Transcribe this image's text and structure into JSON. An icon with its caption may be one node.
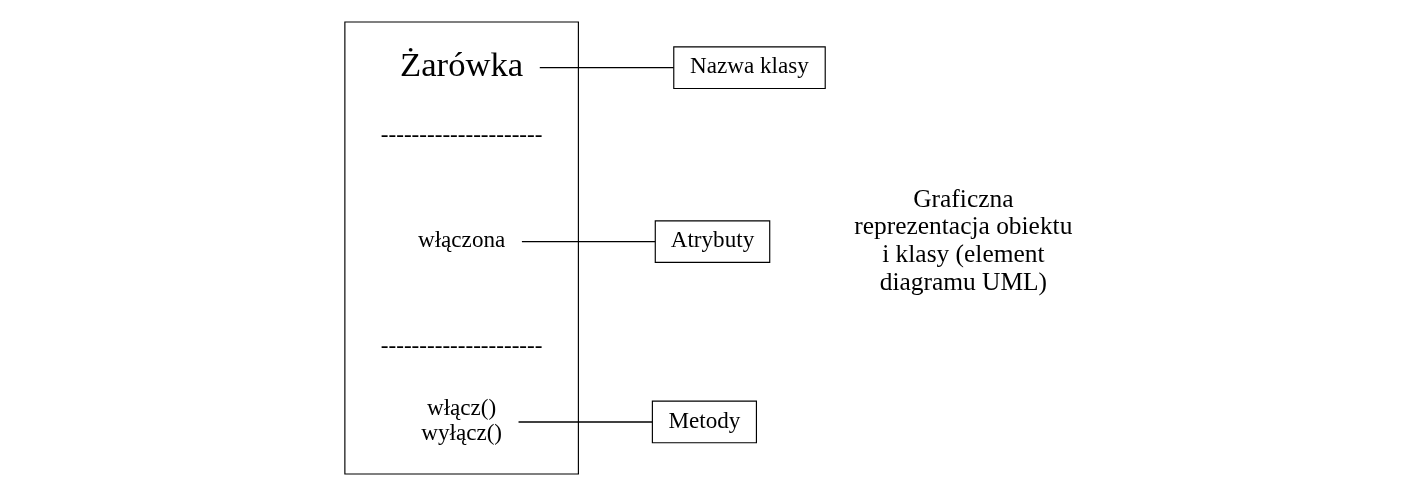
{
  "diagram": {
    "nodes": [
      {
        "text": [],
        "shape": "box"
      },
      {
        "text": [
          "Żarówka"
        ],
        "in": 0
      },
      {
        "text": [
          "włączona"
        ],
        "in": 0
      },
      {
        "text": [
          "włącz() wyłącz()"
        ],
        "in": 0
      },
      {
        "text": [
          "Nazwa klasy"
        ]
      },
      {
        "text": [
          "Atrybuty"
        ]
      },
      {
        "text": [
          "Metody"
        ]
      }
    ],
    "edges": [
      {
        "from": 4,
        "to": 1,
        "arrow": "none"
      },
      {
        "from": 5,
        "to": 2,
        "arrow": "none"
      },
      {
        "from": 6,
        "to": 3,
        "arrow": "none"
      }
    ],
    "labels": [
      "Graficzna reprezentacja obiektu i klasy (element diagramu UML)",
      "---------------------",
      "---------------------"
    ]
  }
}
